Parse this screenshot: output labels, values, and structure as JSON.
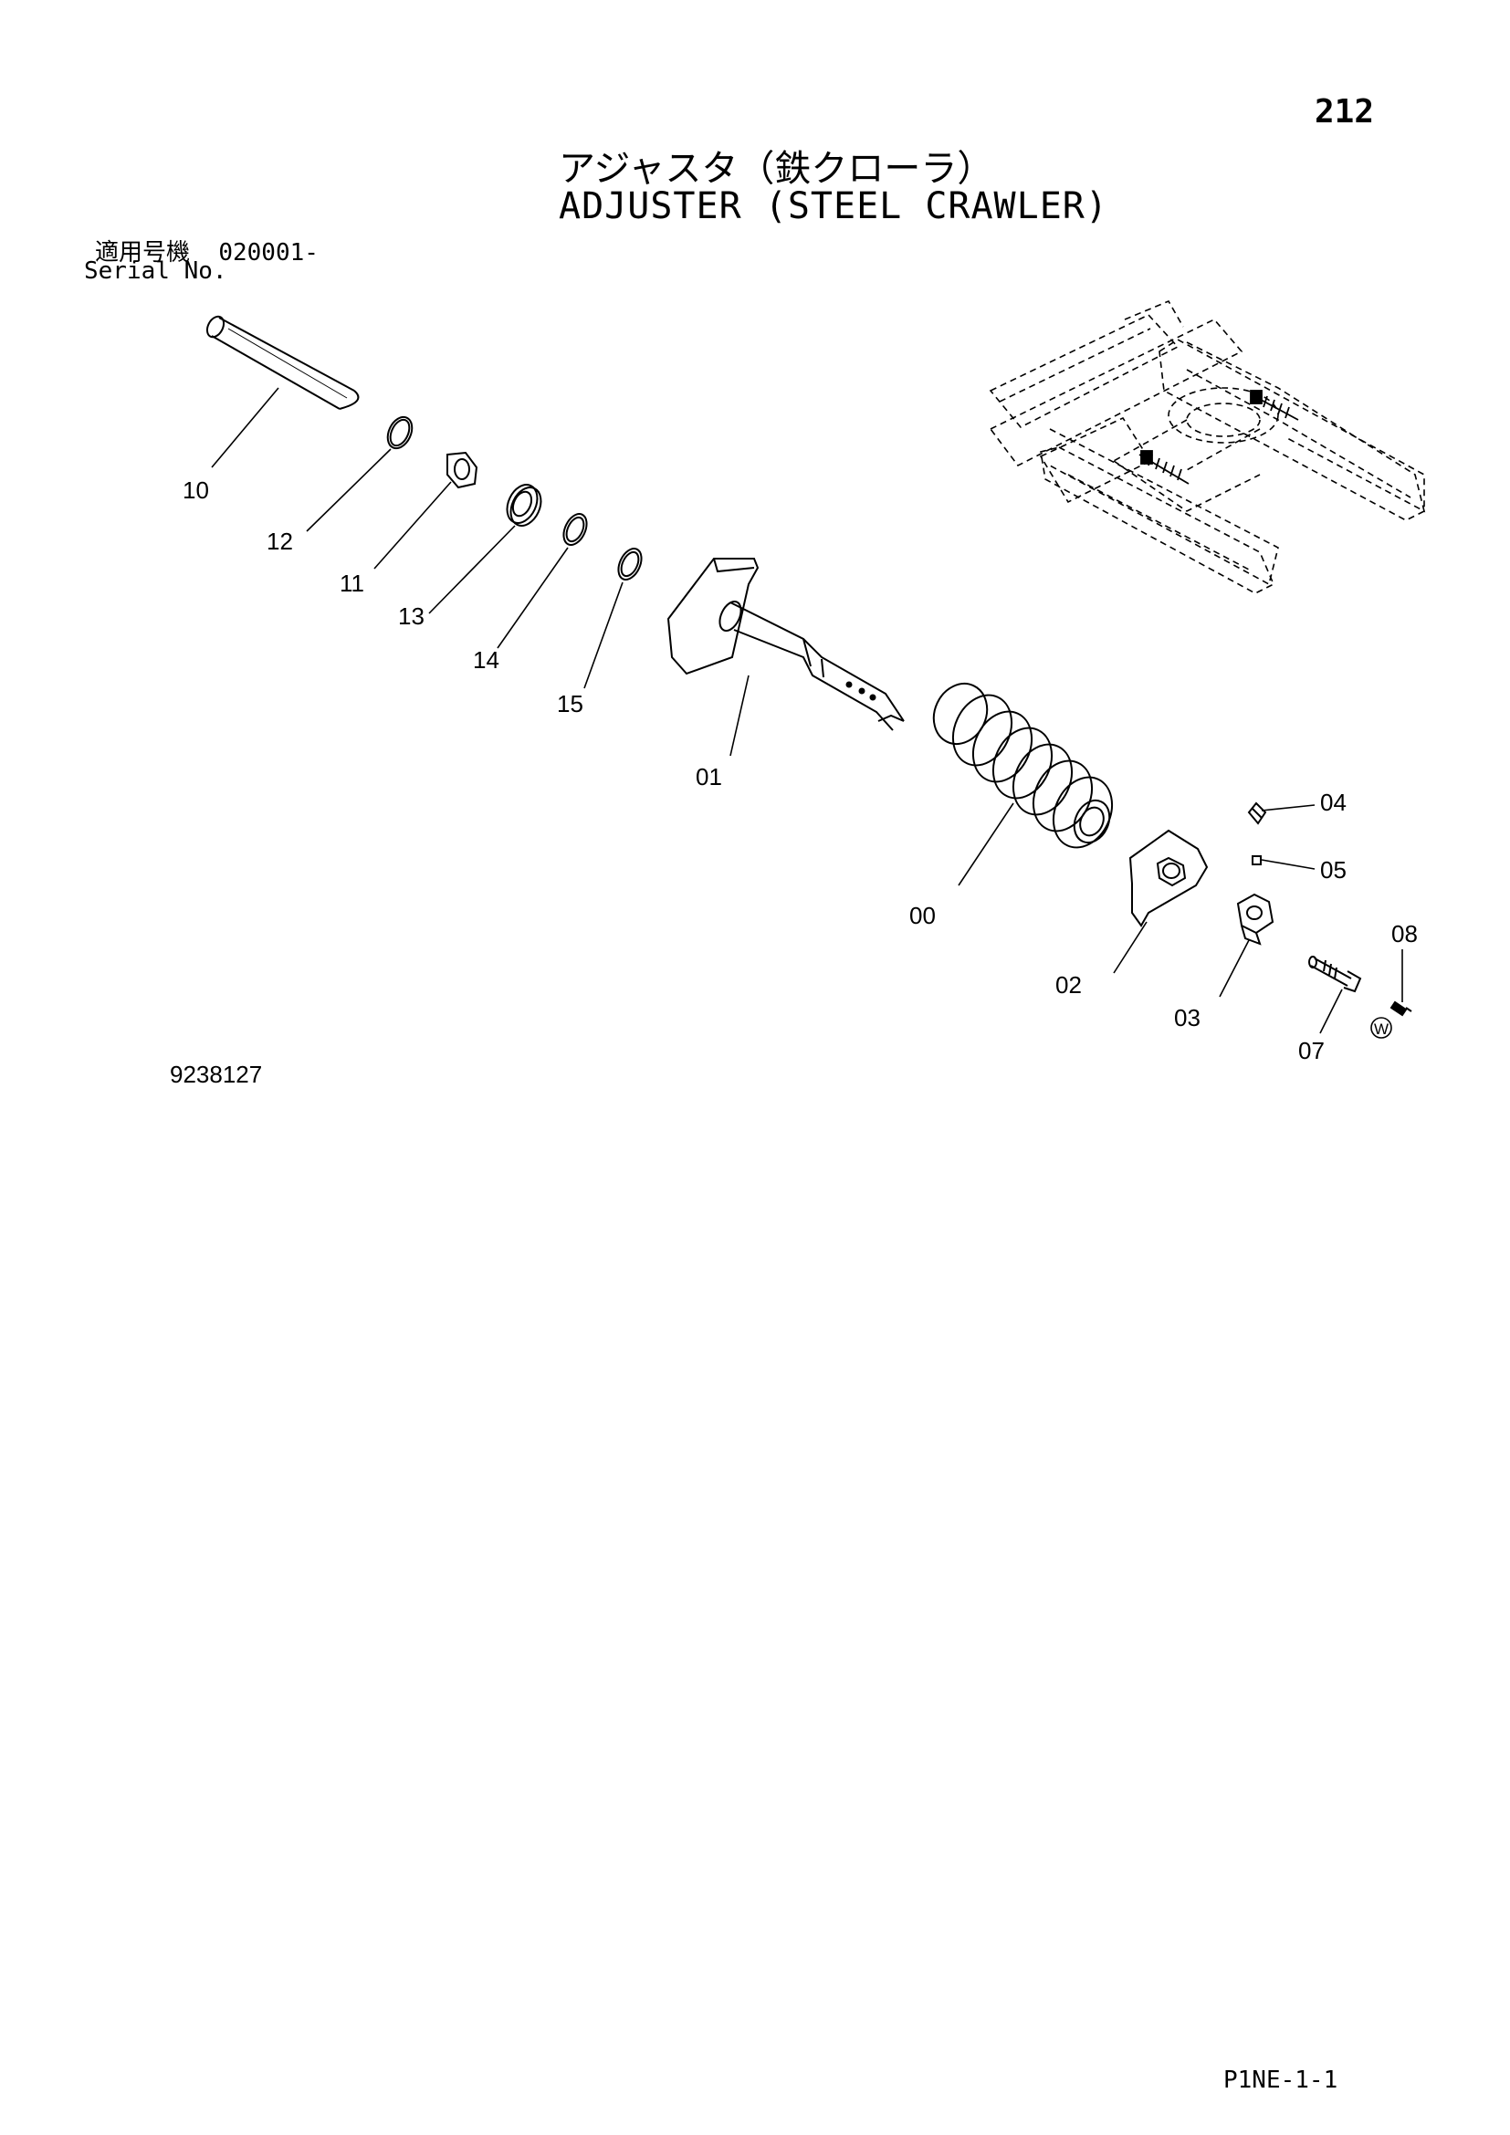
{
  "page_number": "212",
  "title_ja": "アジャスタ（鉄クローラ）",
  "title_en": "ADJUSTER (STEEL CRAWLER)",
  "serial": {
    "label_ja": "適用号機",
    "value": "020001-",
    "label_en": "Serial No."
  },
  "figure_code": "9238127",
  "footer_code": "P1NE-1-1",
  "callouts": [
    "10",
    "12",
    "11",
    "13",
    "14",
    "15",
    "01",
    "00",
    "02",
    "03",
    "04",
    "05",
    "07",
    "08"
  ],
  "symbol_w": "W"
}
